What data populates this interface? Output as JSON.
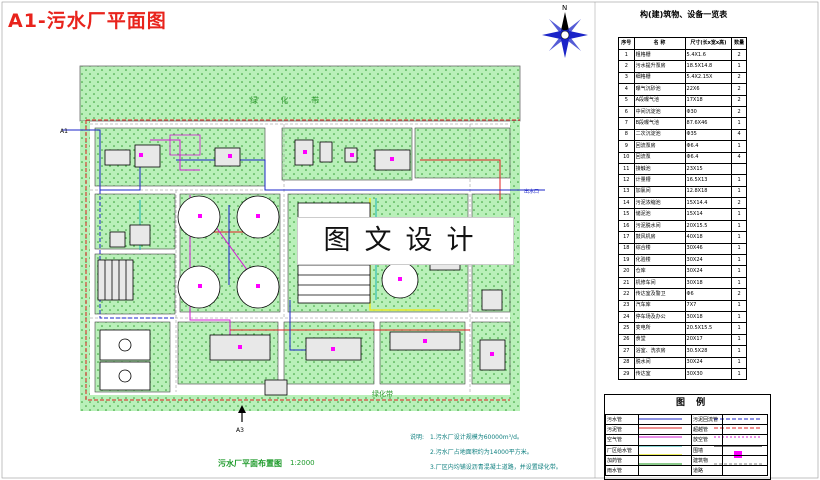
{
  "title": "A1-污水厂平面图",
  "watermark": "图文设计",
  "structures_table": {
    "title": "构(建)筑物、设备一览表",
    "headers": [
      "序号",
      "名 称",
      "尺寸(长x宽x高)",
      "数量"
    ],
    "rows": [
      [
        "1",
        "粗格栅",
        "5.4X1.6",
        "2"
      ],
      [
        "2",
        "污水提升泵房",
        "18.5X14.8",
        "1"
      ],
      [
        "3",
        "细格栅",
        "5.4X2.15X",
        "2"
      ],
      [
        "4",
        "曝气沉砂池",
        "22X6",
        "2"
      ],
      [
        "5",
        "A段曝气池",
        "17X18",
        "2"
      ],
      [
        "6",
        "中间沉淀池",
        "Φ30",
        "2"
      ],
      [
        "7",
        "B段曝气池",
        "87.6X46",
        "1"
      ],
      [
        "8",
        "二次沉淀池",
        "Φ35",
        "4"
      ],
      [
        "9",
        "回流泵房",
        "Φ6.4",
        "1"
      ],
      [
        "10",
        "回流泵",
        "Φ6.4",
        "4"
      ],
      [
        "11",
        "接触池",
        "23X15",
        ""
      ],
      [
        "12",
        "计量槽",
        "16.5X13",
        "1"
      ],
      [
        "13",
        "加氯间",
        "12.8X18",
        "1"
      ],
      [
        "14",
        "污泥浓缩池",
        "15X14.4",
        "2"
      ],
      [
        "15",
        "储泥池",
        "15X14",
        "1"
      ],
      [
        "16",
        "污泥脱水间",
        "20X15.5",
        "1"
      ],
      [
        "17",
        "鼓风机房",
        "40X18",
        "1"
      ],
      [
        "18",
        "综合楼",
        "30X46",
        "1"
      ],
      [
        "19",
        "化验楼",
        "30X24",
        "1"
      ],
      [
        "20",
        "仓库",
        "30X24",
        "1"
      ],
      [
        "21",
        "机修车间",
        "30X18",
        "1"
      ],
      [
        "22",
        "传达室及警卫",
        "Φ6",
        "2"
      ],
      [
        "23",
        "汽车库",
        "7X7",
        "1"
      ],
      [
        "24",
        "停车场及办公",
        "30X18",
        "1"
      ],
      [
        "25",
        "变电所",
        "20.5X15.5",
        "1"
      ],
      [
        "26",
        "食堂",
        "20X17",
        "1"
      ],
      [
        "27",
        "浴室、洗衣房",
        "30.5X28",
        "1"
      ],
      [
        "28",
        "脱水间",
        "30X24",
        "1"
      ],
      [
        "29",
        "传达室",
        "30X30",
        "1"
      ]
    ]
  },
  "legend": {
    "title": "图 例",
    "rows": [
      [
        "污水管",
        "污泥回流管"
      ],
      [
        "污泥管",
        "超越管"
      ],
      [
        "空气管",
        "放空管"
      ],
      [
        "厂区给水管",
        "围墙"
      ],
      [
        "加药管",
        "建筑物"
      ],
      [
        "雨水管",
        "道路"
      ]
    ],
    "colors": [
      "#1b24c8",
      "#e02020",
      "#d21bd2",
      "#19b2b2",
      "#e8e82a",
      "#1b9a1b"
    ]
  },
  "notes": {
    "label": "说明:",
    "items": [
      "1.污水厂设计规模为60000m³/d。",
      "2.污水厂占地面积约为14000平方米。",
      "3.厂区内均铺设沥青混凝土道路，并设置绿化带。"
    ]
  },
  "plan_caption": "污水厂平面布置图",
  "plan_scale": "1:2000",
  "labels": {
    "entrance_top": "A1",
    "entrance_bottom": "A3",
    "green_belt_top": "绿 化 带",
    "green_belt_bottom": "绿化带",
    "outlet": "出水口"
  },
  "colors": {
    "title_red": "#e8231c",
    "green_area": "#b9f0b9",
    "road": "#ffffff",
    "building": "#e8e8e8",
    "magenta": "#ff00ff"
  }
}
